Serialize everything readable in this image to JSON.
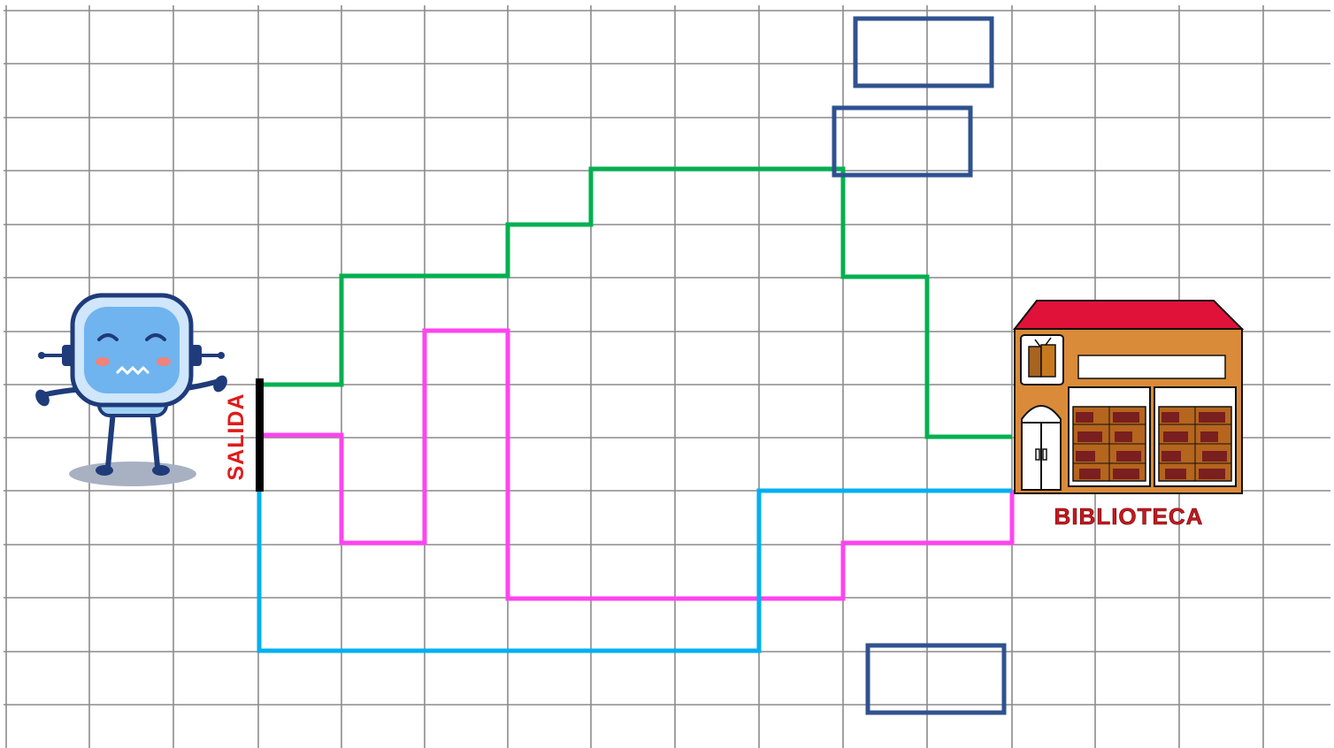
{
  "grid": {
    "line_color": "#8a8a8a",
    "background": "#ffffff"
  },
  "start": {
    "label": "SALIDA",
    "label_color": "#e01a1a",
    "bar_color": "#000000"
  },
  "destination": {
    "label": "BIBLIOTECA",
    "label_color": "#c8181e"
  },
  "paths": [
    {
      "name": "green",
      "color": "#00b04f"
    },
    {
      "name": "pink",
      "color": "#ff44f0"
    },
    {
      "name": "blue",
      "color": "#00b0f0"
    }
  ],
  "answer_boxes": {
    "border_color": "#2f528f",
    "count": 3
  },
  "icons": {
    "character": "robot-character-icon",
    "building": "library-building-icon"
  }
}
